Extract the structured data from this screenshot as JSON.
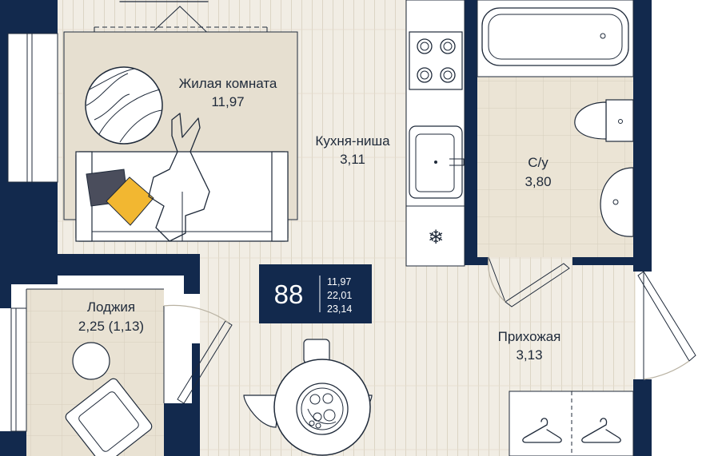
{
  "apartment": {
    "number": "88",
    "areas": [
      "11,97",
      "22,01",
      "23,14"
    ]
  },
  "rooms": {
    "living": {
      "name": "Жилая комната",
      "area": "11,97"
    },
    "kitchen": {
      "name": "Кухня-ниша",
      "area": "3,11"
    },
    "bathroom": {
      "name": "С/у",
      "area": "3,80"
    },
    "loggia": {
      "name": "Лоджия",
      "area": "2,25 (1,13)"
    },
    "hallway": {
      "name": "Прихожая",
      "area": "3,13"
    }
  },
  "colors": {
    "wall": "#12294d",
    "floor_light": "#f1ede4",
    "floor_plank_line": "#dbd4c4",
    "tile": "#e8e1d2",
    "furniture_line": "#1f2a3a",
    "pillow_gray": "#4a4d5c",
    "pillow_yellow": "#f2b731",
    "white": "#ffffff"
  },
  "icons": [
    "snowflake-icon",
    "hanger-icon",
    "fruit-bowl-icon"
  ]
}
